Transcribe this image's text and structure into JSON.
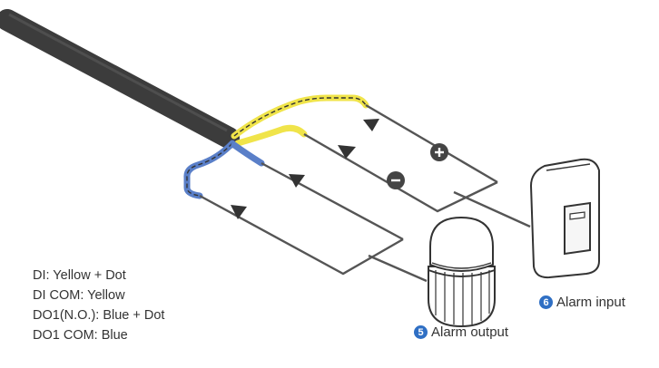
{
  "legend": {
    "lines": [
      "DI: Yellow + Dot",
      "DI COM: Yellow",
      "DO1(N.O.): Blue + Dot",
      "DO1 COM: Blue"
    ]
  },
  "devices": {
    "alarm_input": {
      "number": "6",
      "label": "Alarm input"
    },
    "alarm_output": {
      "number": "5",
      "label": "Alarm output"
    }
  },
  "polarity": {
    "plus": "+",
    "minus": "−"
  },
  "colors": {
    "cable": "#3c3c3c",
    "wire_yellow": "#f0e44a",
    "wire_blue": "#5a7fc8",
    "line": "#555555",
    "badge": "#2f6fc4",
    "polarity_fill": "#444444"
  },
  "icons": [
    "cable-icon",
    "alarm-sensor-icon",
    "alarm-light-icon",
    "plus-icon",
    "minus-icon"
  ]
}
